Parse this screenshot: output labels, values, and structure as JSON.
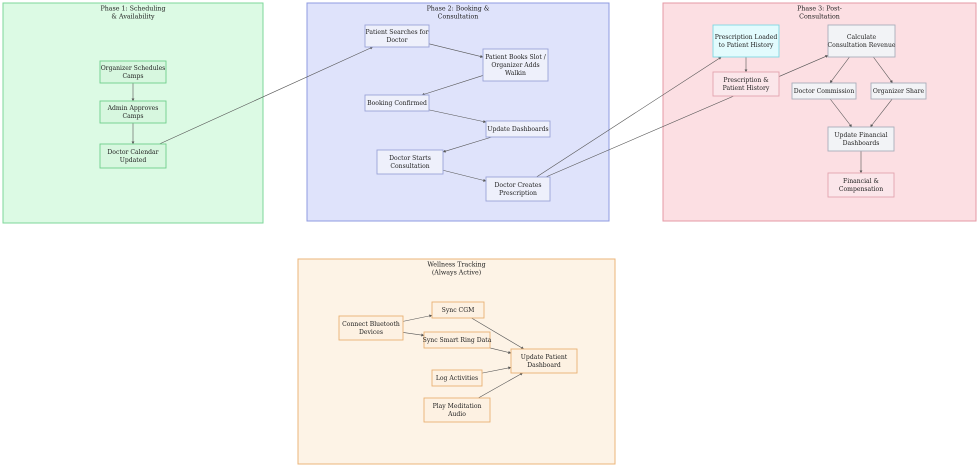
{
  "groups": [
    {
      "id": "p1",
      "title": [
        "Phase 1: Scheduling",
        "& Availability"
      ],
      "fill": "#dcfae4",
      "stroke": "#7ed79a"
    },
    {
      "id": "p2",
      "title": [
        "Phase 2: Booking &",
        "Consultation"
      ],
      "fill": "#dfe3fb",
      "stroke": "#8f9be0"
    },
    {
      "id": "p3",
      "title": [
        "Phase 3: Post-",
        "Consultation"
      ],
      "fill": "#fcdfe3",
      "stroke": "#e59aa5"
    },
    {
      "id": "wt",
      "title": [
        "Wellness Tracking",
        "(Always Active)"
      ],
      "fill": "#fdf3e6",
      "stroke": "#ebb57a"
    }
  ],
  "nodes": [
    {
      "id": "org_sched",
      "group": "p1",
      "lines": [
        "Organizer Schedules",
        "Camps"
      ],
      "fill": "#d7f7df",
      "stroke": "#6fcf8b"
    },
    {
      "id": "admin_appr",
      "group": "p1",
      "lines": [
        "Admin Approves",
        "Camps"
      ],
      "fill": "#d7f7df",
      "stroke": "#6fcf8b"
    },
    {
      "id": "doc_cal",
      "group": "p1",
      "lines": [
        "Doctor Calendar",
        "Updated"
      ],
      "fill": "#d7f7df",
      "stroke": "#6fcf8b"
    },
    {
      "id": "pat_search",
      "group": "p2",
      "lines": [
        "Patient Searches for",
        "Doctor"
      ],
      "fill": "#eef0fb",
      "stroke": "#9aa4d8"
    },
    {
      "id": "pat_books",
      "group": "p2",
      "lines": [
        "Patient Books Slot /",
        "Organizer Adds",
        "Walkin"
      ],
      "fill": "#eef0fb",
      "stroke": "#9aa4d8"
    },
    {
      "id": "book_conf",
      "group": "p2",
      "lines": [
        "Booking Confirmed"
      ],
      "fill": "#eef0fb",
      "stroke": "#9aa4d8"
    },
    {
      "id": "upd_dash",
      "group": "p2",
      "lines": [
        "Update Dashboards"
      ],
      "fill": "#eef0fb",
      "stroke": "#9aa4d8"
    },
    {
      "id": "doc_starts",
      "group": "p2",
      "lines": [
        "Doctor Starts",
        "Consultation"
      ],
      "fill": "#eef0fb",
      "stroke": "#9aa4d8"
    },
    {
      "id": "doc_creates",
      "group": "p2",
      "lines": [
        "Doctor Creates",
        "Prescription"
      ],
      "fill": "#eef0fb",
      "stroke": "#9aa4d8"
    },
    {
      "id": "presc_loaded",
      "group": "p3",
      "lines": [
        "Prescription Loaded",
        "to Patient History"
      ],
      "fill": "#e2fbfd",
      "stroke": "#7fd8e3",
      "textColor": "#3a6a9a"
    },
    {
      "id": "presc_hist",
      "group": "p3",
      "lines": [
        "Prescription &",
        "Patient History"
      ],
      "fill": "#fbe6ea",
      "stroke": "#e3a3ae"
    },
    {
      "id": "calc_rev",
      "group": "p3",
      "lines": [
        "Calculate",
        "Consultation Revenue"
      ],
      "fill": "#f2f3f6",
      "stroke": "#a9aebb"
    },
    {
      "id": "doc_comm",
      "group": "p3",
      "lines": [
        "Doctor Commission"
      ],
      "fill": "#f2f3f6",
      "stroke": "#a9aebb"
    },
    {
      "id": "org_share",
      "group": "p3",
      "lines": [
        "Organizer Share"
      ],
      "fill": "#f2f3f6",
      "stroke": "#a9aebb"
    },
    {
      "id": "upd_fin",
      "group": "p3",
      "lines": [
        "Update Financial",
        "Dashboards"
      ],
      "fill": "#f2f3f6",
      "stroke": "#a9aebb"
    },
    {
      "id": "fin_comp",
      "group": "p3",
      "lines": [
        "Financial &",
        "Compensation"
      ],
      "fill": "#fbe6ea",
      "stroke": "#e3a3ae"
    },
    {
      "id": "connect_bt",
      "group": "wt",
      "lines": [
        "Connect Bluetooth",
        "Devices"
      ],
      "fill": "#fdf1e2",
      "stroke": "#e8b173"
    },
    {
      "id": "sync_cgm",
      "group": "wt",
      "lines": [
        "Sync CGM"
      ],
      "fill": "#fdf1e2",
      "stroke": "#e8b173"
    },
    {
      "id": "sync_ring",
      "group": "wt",
      "lines": [
        "Sync Smart Ring Data"
      ],
      "fill": "#fdf1e2",
      "stroke": "#e8b173"
    },
    {
      "id": "log_act",
      "group": "wt",
      "lines": [
        "Log Activities"
      ],
      "fill": "#fdf1e2",
      "stroke": "#e8b173"
    },
    {
      "id": "play_med",
      "group": "wt",
      "lines": [
        "Play Meditation",
        "Audio"
      ],
      "fill": "#fdf1e2",
      "stroke": "#e8b173"
    },
    {
      "id": "upd_pat_dash",
      "group": "wt",
      "lines": [
        "Update Patient",
        "Dashboard"
      ],
      "fill": "#fdf1e2",
      "stroke": "#e8b173"
    }
  ],
  "edges": [
    [
      "org_sched",
      "admin_appr"
    ],
    [
      "admin_appr",
      "doc_cal"
    ],
    [
      "doc_cal",
      "pat_search"
    ],
    [
      "pat_search",
      "pat_books"
    ],
    [
      "pat_books",
      "book_conf"
    ],
    [
      "book_conf",
      "upd_dash"
    ],
    [
      "upd_dash",
      "doc_starts"
    ],
    [
      "doc_starts",
      "doc_creates"
    ],
    [
      "doc_creates",
      "presc_loaded"
    ],
    [
      "doc_creates",
      "calc_rev"
    ],
    [
      "presc_loaded",
      "presc_hist"
    ],
    [
      "calc_rev",
      "doc_comm"
    ],
    [
      "calc_rev",
      "org_share"
    ],
    [
      "doc_comm",
      "upd_fin"
    ],
    [
      "org_share",
      "upd_fin"
    ],
    [
      "upd_fin",
      "fin_comp"
    ],
    [
      "connect_bt",
      "sync_cgm"
    ],
    [
      "connect_bt",
      "sync_ring"
    ],
    [
      "sync_cgm",
      "upd_pat_dash"
    ],
    [
      "sync_ring",
      "upd_pat_dash"
    ],
    [
      "log_act",
      "upd_pat_dash"
    ],
    [
      "play_med",
      "upd_pat_dash"
    ]
  ]
}
